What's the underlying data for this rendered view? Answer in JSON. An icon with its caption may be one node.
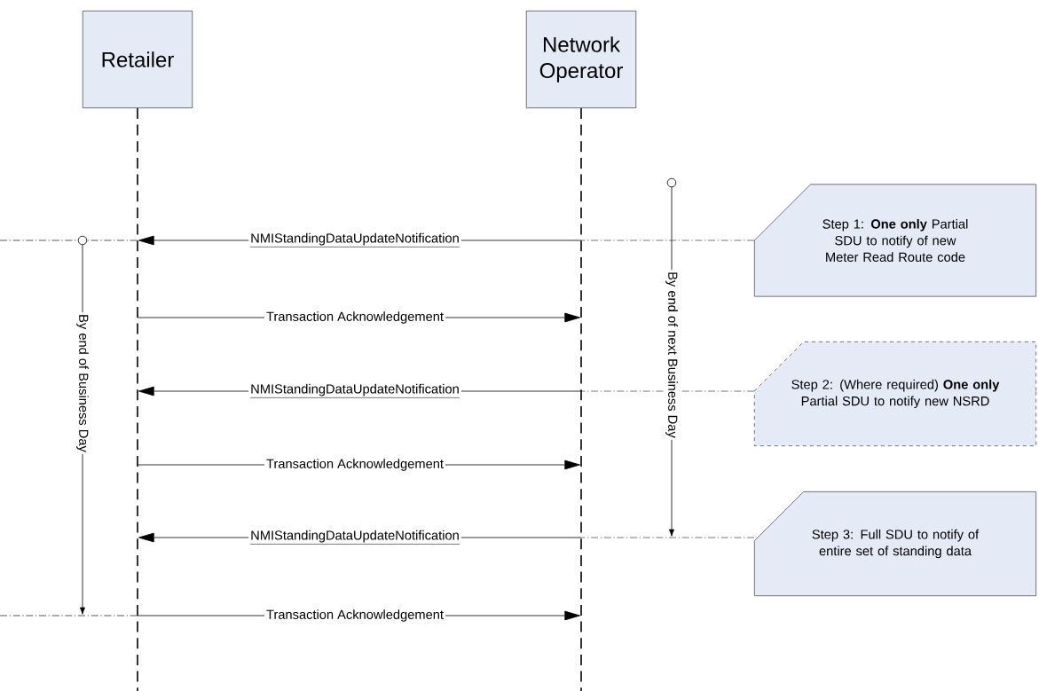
{
  "diagram": {
    "nodes": [
      {
        "text": [
          "Retailer"
        ]
      },
      {
        "text": [
          "Network Operator"
        ]
      },
      {
        "text": [
          "Step 1: **One only** Partial SDU to notify of new Meter Read Route code"
        ]
      },
      {
        "text": [
          "Step 2: (Where required) **One only** Partial SDU to notify new NSRD"
        ]
      },
      {
        "text": [
          "Step 3: Full SDU to notify of entire set of standing data"
        ]
      }
    ],
    "edges": [
      {
        "from": 1,
        "to": 0,
        "arrow": "to",
        "label": "NMIStandingDataUpdateNotification"
      },
      {
        "from": 0,
        "to": 1,
        "arrow": "to",
        "label": "Transaction Acknowledgement"
      },
      {
        "from": 1,
        "to": 0,
        "arrow": "to",
        "label": "NMIStandingDataUpdateNotification"
      },
      {
        "from": 0,
        "to": 1,
        "arrow": "to",
        "label": "Transaction Acknowledgement"
      },
      {
        "from": 1,
        "to": 0,
        "arrow": "to",
        "label": "NMIStandingDataUpdateNotification"
      },
      {
        "from": 0,
        "to": 1,
        "arrow": "to",
        "label": "Transaction Acknowledgement"
      },
      {
        "from": 2,
        "to": 1,
        "arrow": "none",
        "style": "dashed"
      },
      {
        "from": 3,
        "to": 1,
        "arrow": "none",
        "style": "dashed"
      },
      {
        "from": 4,
        "to": 1,
        "arrow": "none",
        "style": "dashed"
      }
    ],
    "labels": [
      "By end of Business Day",
      "By end of next Business Day"
    ]
  }
}
